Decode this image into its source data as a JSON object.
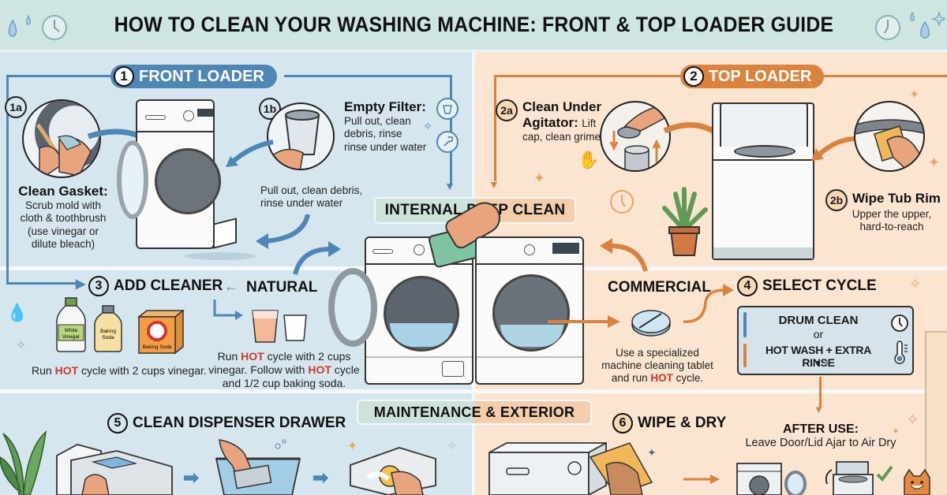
{
  "header": {
    "title": "HOW TO CLEAN YOUR WASHING MACHINE:  FRONT & TOP LOADER GUIDE",
    "left_icons": [
      "water-drops-icon",
      "clock-icon"
    ],
    "right_icons": [
      "clock-icon",
      "water-drops-icon",
      "sparkle-icon"
    ]
  },
  "colors": {
    "front_loader_accent": "#4f87b4",
    "top_loader_accent": "#d9833f",
    "hot_text": "#d2372b",
    "left_bg": "#d5e6ee",
    "right_bg": "#fbe5d0",
    "header_bg": "#cfe5e2"
  },
  "front_loader": {
    "number": "1",
    "label": "FRONT LOADER",
    "step_1a": {
      "badge": "1a",
      "heading": "Clean Gasket:",
      "lines": [
        "Scrub mold with",
        "cloth & toothbrush",
        "(use vinegar or",
        "dilute bleach)"
      ]
    },
    "step_1b": {
      "badge": "1b",
      "heading": "Empty Filter:",
      "lines": [
        "Pull out, clean",
        "debris, rinse",
        "rinse under water"
      ],
      "caption_lines": [
        "Pull out, clean debris,",
        "rinse under water"
      ]
    }
  },
  "top_loader": {
    "number": "2",
    "label": "TOP LOADER",
    "step_2a": {
      "badge": "2a",
      "heading_line1": "Clean Under",
      "heading_line2": "Agitator:",
      "inline_text": "Lift",
      "line3": "cap, clean grime"
    },
    "step_2b": {
      "badge": "2b",
      "heading": "Wipe Tub Rim",
      "lines": [
        "Upper the upper,",
        "hard-to-reach"
      ]
    }
  },
  "internal_deep_clean": {
    "label": "INTERNAL DEEP CLEAN"
  },
  "add_cleaner": {
    "number": "3",
    "label": "ADD CLEANER",
    "natural_label": "NATURAL",
    "products": [
      "White Vinegar",
      "Baking Soda",
      "Baking Soda"
    ],
    "vinegar_caption": {
      "pre": "Run ",
      "hot": "HOT",
      "post": " cycle with 2 cups vinegar."
    },
    "natural_caption": {
      "l1_pre": "Run ",
      "l1_hot": "HOT",
      "l1_post": " cycle with 2 cups",
      "l2_pre": "vinegar. Follow with ",
      "l2_hot": "HOT",
      "l2_post": " cycle",
      "l3": "and 1/2 cup baking soda."
    }
  },
  "commercial": {
    "label": "COMMERCIAL",
    "caption_l1": "Use a specialized",
    "caption_l2": "machine cleaning tablet",
    "caption_l3_pre": "and run ",
    "caption_l3_hot": "HOT",
    "caption_l3_post": " cycle."
  },
  "select_cycle": {
    "number": "4",
    "label": "SELECT CYCLE",
    "option_1": "DRUM CLEAN",
    "separator": "or",
    "option_2": "HOT WASH + EXTRA RINSE",
    "icons": [
      "clock-icon",
      "thermometer-icon"
    ]
  },
  "maintenance": {
    "label": "MAINTENANCE & EXTERIOR"
  },
  "dispenser": {
    "number": "5",
    "label": "CLEAN DISPENSER DRAWER"
  },
  "wipe_dry": {
    "number": "6",
    "label": "WIPE & DRY"
  },
  "after_use": {
    "heading": "AFTER USE:",
    "text": "Leave Door/Lid Ajar to Air Dry"
  }
}
